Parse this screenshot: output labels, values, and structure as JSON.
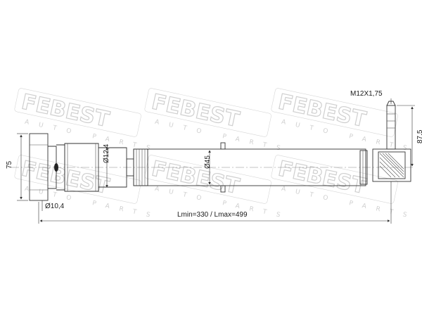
{
  "watermark": {
    "brand": "FEBEST",
    "sub": "AUTO PARTS"
  },
  "dimensions": {
    "thread": "M12X1,75",
    "bushing_offset": "87,5",
    "eye_height": "75",
    "bore_small": "Ø10,4",
    "rod_diameter": "Ø12,4",
    "body_diameter": "Ø45",
    "length": "Lmin=330 / Lmax=499"
  },
  "colors": {
    "line": "#333333",
    "watermark": "#cfcfcf"
  }
}
